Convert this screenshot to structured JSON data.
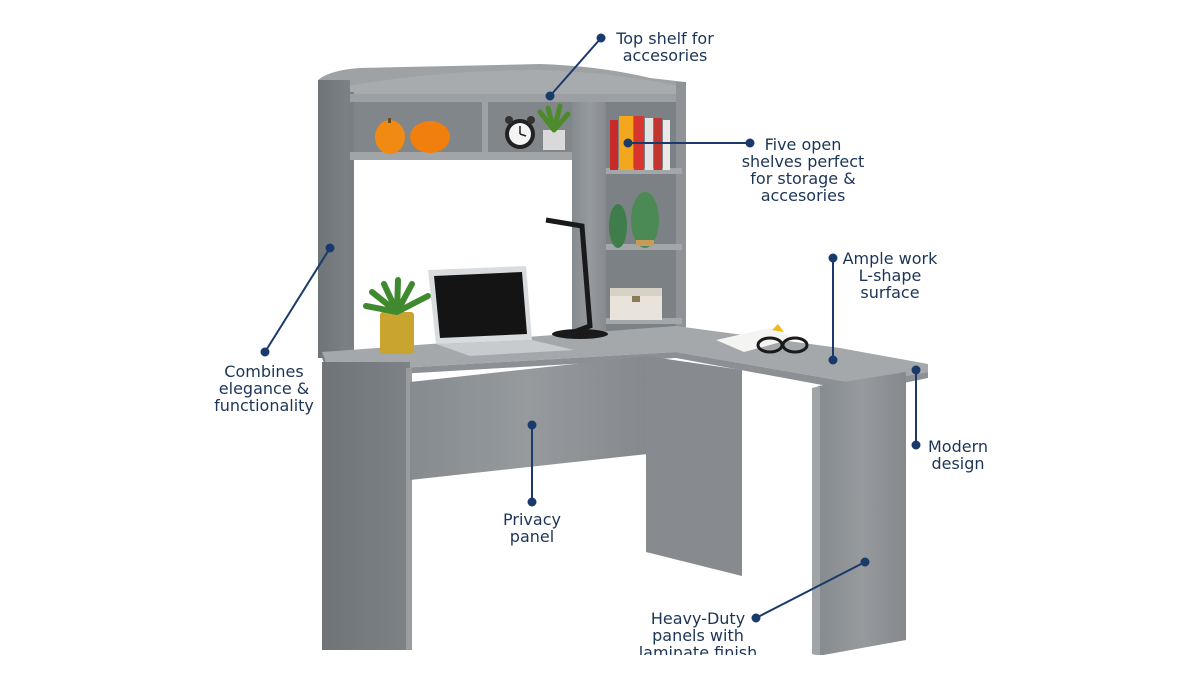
{
  "colors": {
    "desk_gray": "#8b9094",
    "desk_dark": "#6f7478",
    "desk_light": "#a3a7aa",
    "callout_text": "#1c3557",
    "leader_line": "#1a3a6b",
    "accent_orange": "#f08a12"
  },
  "callouts": {
    "top_shelf": {
      "lines": [
        "Top shelf for",
        "accesories"
      ]
    },
    "five_shelves": {
      "lines": [
        "Five open",
        "shelves perfect",
        "for storage &",
        "accesories"
      ]
    },
    "ample_work": {
      "lines": [
        "Ample work",
        "L-shape",
        "surface"
      ]
    },
    "combines": {
      "lines": [
        "Combines",
        "elegance &",
        "functionality"
      ]
    },
    "modern": {
      "lines": [
        "Modern",
        "design"
      ]
    },
    "privacy": {
      "lines": [
        "Privacy",
        "panel"
      ]
    },
    "heavy_duty": {
      "lines": [
        "Heavy-Duty",
        "panels with",
        "laminate finish"
      ]
    }
  },
  "icons": {
    "desk": "l-shaped-desk-illustration",
    "clock": "alarm-clock-icon",
    "plant": "potted-plant-icon",
    "laptop": "laptop-icon",
    "lamp": "desk-lamp-icon",
    "books": "books-icon",
    "cactus": "cactus-icon",
    "box": "storage-box-icon",
    "glasses": "eyeglasses-icon",
    "fruit": "orange-fruit-icon"
  }
}
